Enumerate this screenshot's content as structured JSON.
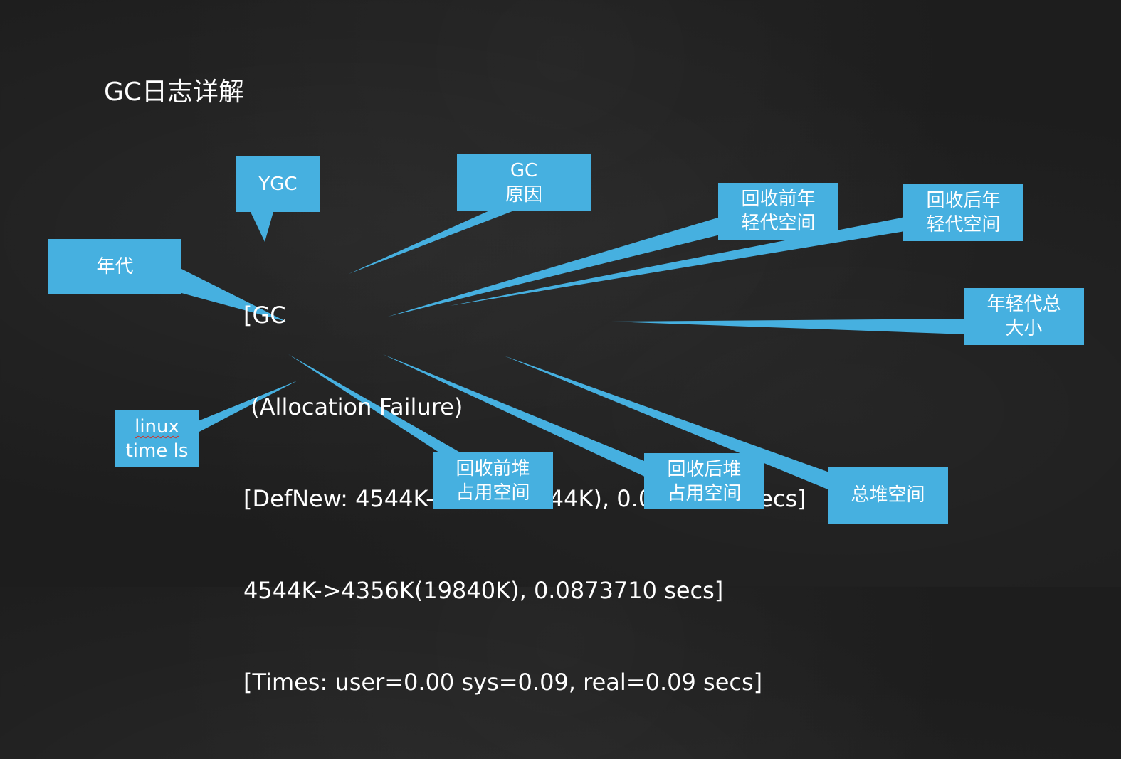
{
  "title": "GC日志详解",
  "log_lines": [
    "[GC",
    " (Allocation Failure)",
    "[DefNew: 4544K->259K(6144K), 0.0873295 secs]",
    "4544K->4356K(19840K), 0.0873710 secs]",
    "[Times: user=0.00 sys=0.09, real=0.09 secs]"
  ],
  "callouts": {
    "ygc": [
      "YGC"
    ],
    "gc_cause": [
      "GC",
      "原因"
    ],
    "generation": [
      "年代"
    ],
    "young_before": [
      "回收前年",
      "轻代空间"
    ],
    "young_after": [
      "回收后年",
      "轻代空间"
    ],
    "young_total": [
      "年轻代总",
      "大小"
    ],
    "linux_time": [
      "linux",
      "time ls"
    ],
    "heap_before": [
      "回收前堆",
      "占用空间"
    ],
    "heap_after": [
      "回收后堆",
      "占用空间"
    ],
    "heap_total": [
      "总堆空间"
    ]
  },
  "colors": {
    "callout": "#46b0e0",
    "background": "#1d1d1d",
    "text": "#ffffff"
  }
}
